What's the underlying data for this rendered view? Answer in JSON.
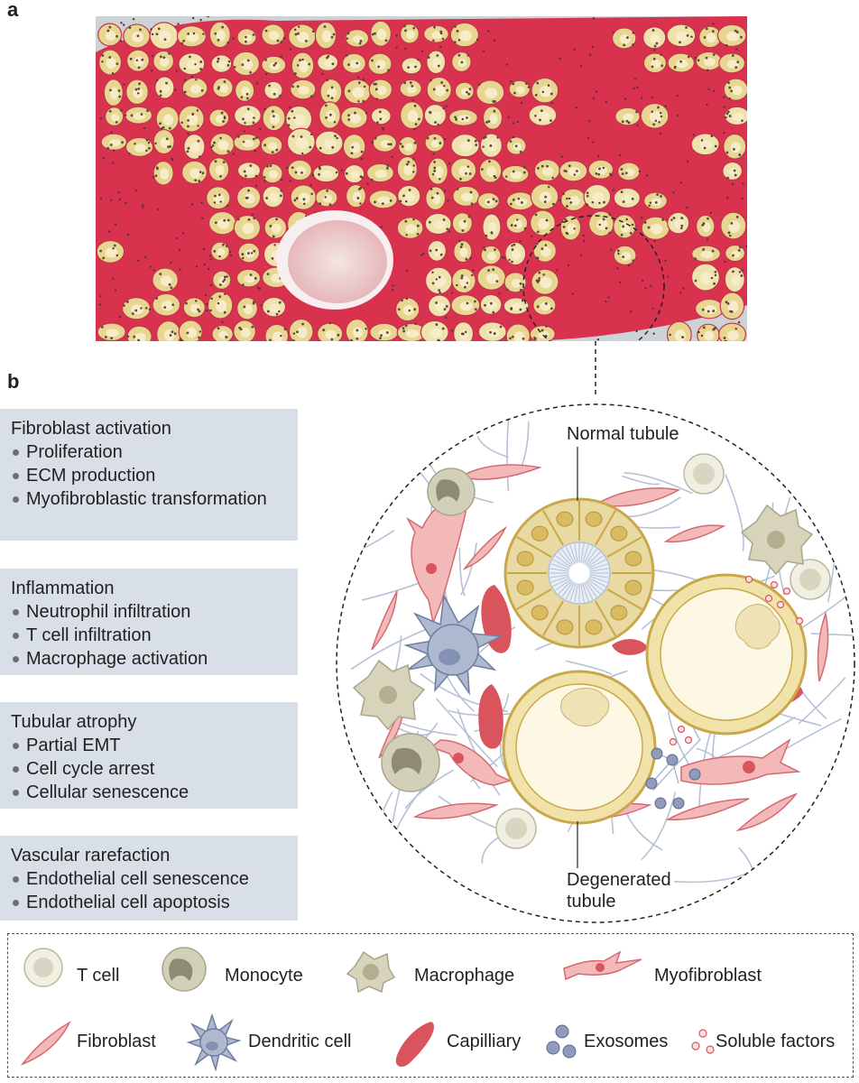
{
  "panel_a": {
    "label": "a"
  },
  "panel_b": {
    "label": "b"
  },
  "boxes": [
    {
      "title": "Fibroblast activation",
      "items": [
        "Proliferation",
        "ECM production",
        "Myofibroblastic transformation"
      ]
    },
    {
      "title": "Inflammation",
      "items": [
        "Neutrophil infiltration",
        "T cell infiltration",
        "Macrophage activation"
      ]
    },
    {
      "title": "Tubular atrophy",
      "items": [
        "Partial EMT",
        "Cell cycle arrest",
        "Cellular senescence"
      ]
    },
    {
      "title": "Vascular rarefaction",
      "items": [
        "Endothelial cell senescence",
        "Endothelial cell apoptosis"
      ]
    }
  ],
  "callouts": {
    "normal": "Normal tubule",
    "degenerated_1": "Degenerated",
    "degenerated_2": "tubule"
  },
  "legend": {
    "t_cell": "T cell",
    "monocyte": "Monocyte",
    "macrophage": "Macrophage",
    "myofibroblast": "Myofibroblast",
    "fibroblast": "Fibroblast",
    "dendritic": "Dendritic cell",
    "capillary": "Capilliary",
    "exosomes": "Exosomes",
    "soluble": "Soluble factors"
  },
  "colors": {
    "collagen_red": "#d9324f",
    "tubule_yellow": "#e9d9a2",
    "tubule_border": "#c9a84a",
    "fibroblast_pink": "#f3b9b9",
    "capillary_red": "#d9545d",
    "box_bg": "#d8dfe7",
    "fiber_blue": "#b6c1d6",
    "monocyte_gray": "#d3d0b9",
    "dendritic_blue": "#aeb8cf"
  }
}
